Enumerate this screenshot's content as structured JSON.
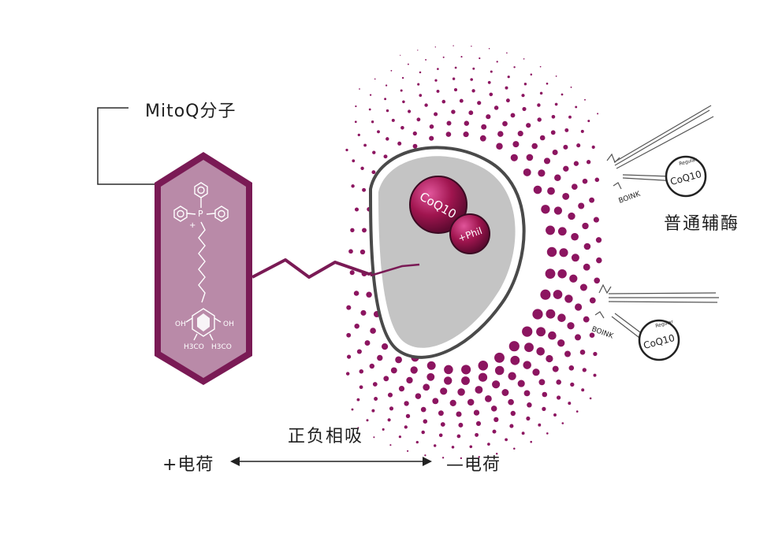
{
  "labels": {
    "mitoq_molecule": "MitoQ分子",
    "regular_coenzyme": "普通辅酶",
    "attraction": "正负相吸",
    "positive_charge": "+电荷",
    "negative_charge": "—电荷"
  },
  "molecule": {
    "phosphorus": "P",
    "plus": "+",
    "oh_left": "OH",
    "oh_right": "OH",
    "h3co_left": "H3CO",
    "h3co_right": "H3CO"
  },
  "mitochondrion": {
    "coq10": "CoQ10",
    "phil": "+Phil"
  },
  "regular_coq10_top": {
    "small": "Regular",
    "main": "CoQ10",
    "bounce": "BOINK"
  },
  "regular_coq10_bottom": {
    "small": "Regular",
    "main": "CoQ10",
    "bounce": "BOINK"
  },
  "colors": {
    "plum": "#7a1a55",
    "plum_light": "#b98aa8",
    "magenta": "#8c1560",
    "membrane_gray": "#c4c4c4",
    "membrane_outline": "#4a4a4a",
    "sphere": "#a0154f"
  }
}
